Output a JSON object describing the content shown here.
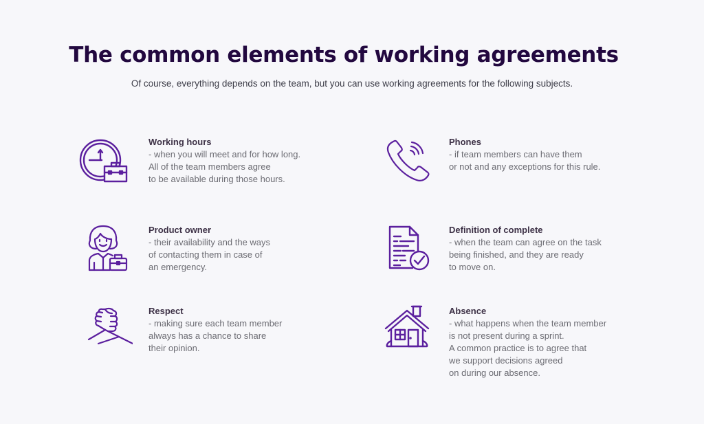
{
  "header": {
    "title": "The common elements of working agreements",
    "subtitle": "Of course, everything depends on the team, but you can use working agreements for the following subjects."
  },
  "colors": {
    "accent": "#5b1f9e",
    "title": "#22083f",
    "background": "#f7f7fa"
  },
  "items": [
    {
      "icon": "clock-briefcase-icon",
      "heading": "Working hours",
      "lines": [
        "- when you will meet and for how long.",
        "All of the team members agree",
        "to be available during those hours."
      ]
    },
    {
      "icon": "phone-icon",
      "heading": "Phones",
      "lines": [
        "- if team members can have them",
        "or not and any exceptions for this rule."
      ]
    },
    {
      "icon": "product-owner-icon",
      "heading": "Product owner",
      "lines": [
        "- their availability and the ways",
        "of contacting them in case of",
        "an emergency."
      ]
    },
    {
      "icon": "document-check-icon",
      "heading": "Definition of complete",
      "lines": [
        "- when the team can agree on the task",
        "being finished, and they are ready",
        "to move on."
      ]
    },
    {
      "icon": "handshake-icon",
      "heading": "Respect",
      "lines": [
        "- making sure each team member",
        "always has a chance to share",
        "their opinion."
      ]
    },
    {
      "icon": "house-icon",
      "heading": "Absence",
      "lines": [
        "- what happens when the team member",
        "is not present during a sprint.",
        "A common practice is to agree that",
        "we support decisions agreed",
        "on during our absence."
      ]
    }
  ]
}
